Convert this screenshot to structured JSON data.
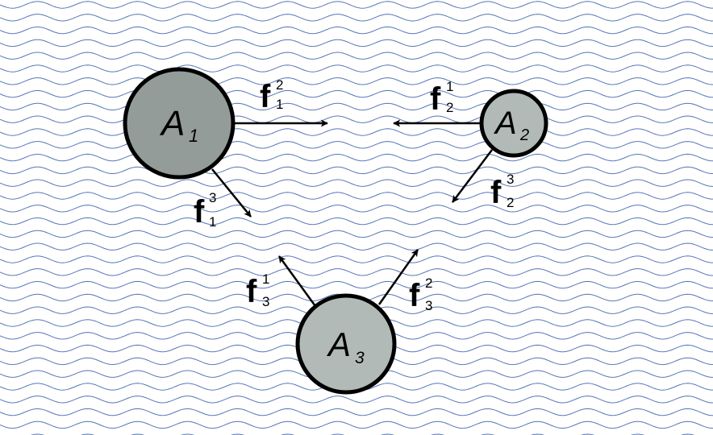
{
  "colors": {
    "background": "#ffffff",
    "wave_line": "#3a5fa8",
    "body_large_fill": "#939c99",
    "body_small_fill": "#b2bab7",
    "outline": "#000000"
  },
  "bodies": [
    {
      "id": "A1",
      "letter": "A",
      "sub": "1"
    },
    {
      "id": "A2",
      "letter": "A",
      "sub": "2"
    },
    {
      "id": "A3",
      "letter": "A",
      "sub": "3"
    }
  ],
  "forces": [
    {
      "id": "f12",
      "letter": "f",
      "sup": "2",
      "sub": "1"
    },
    {
      "id": "f13",
      "letter": "f",
      "sup": "3",
      "sub": "1"
    },
    {
      "id": "f21",
      "letter": "f",
      "sup": "1",
      "sub": "2"
    },
    {
      "id": "f23",
      "letter": "f",
      "sup": "3",
      "sub": "2"
    },
    {
      "id": "f31",
      "letter": "f",
      "sup": "1",
      "sub": "3"
    },
    {
      "id": "f32",
      "letter": "f",
      "sup": "2",
      "sub": "3"
    }
  ]
}
